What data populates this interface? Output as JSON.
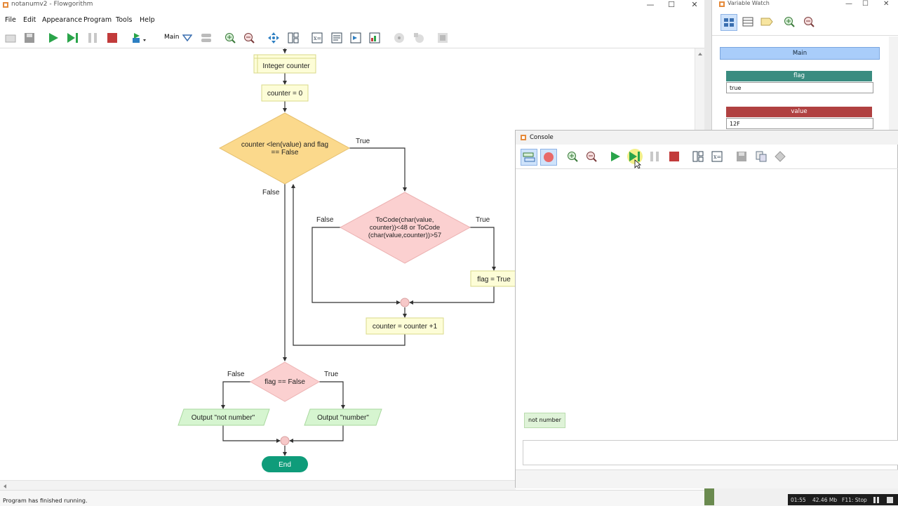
{
  "main_window": {
    "title": "notanumv2 - Flowgorithm",
    "controls": {
      "minimize": "—",
      "maximize": "☐",
      "close": "✕"
    }
  },
  "menu": [
    "File",
    "Edit",
    "Appearance",
    "Program",
    "Tools",
    "Help"
  ],
  "toolbar": {
    "function_label": "Main"
  },
  "flowchart": {
    "declare": "Integer counter",
    "assign_init": "counter = 0",
    "loop_cond_line1": "counter <len(value) and flag",
    "loop_cond_line2": "== False",
    "loop_true": "True",
    "loop_false": "False",
    "check_line1": "ToCode(char(value,",
    "check_line2": "counter))<48 or ToCode",
    "check_line3": "(char(value,counter))>57",
    "check_true": "True",
    "check_false": "False",
    "assign_flag": "flag = True",
    "increment": "counter = counter +1",
    "if_cond": "flag == False",
    "if_false": "False",
    "if_true": "True",
    "output_left": "Output \"not number\"",
    "output_right": "Output \"number\"",
    "end": "End"
  },
  "status": {
    "message": "Program has finished running."
  },
  "variable_watch": {
    "title": "Variable Watch",
    "function": "Main",
    "vars": [
      {
        "name": "flag",
        "value": "true",
        "color": "#3a8c80"
      },
      {
        "name": "value",
        "value": "12F",
        "color": "#b04141"
      }
    ]
  },
  "console": {
    "title": "Console",
    "output": "not number"
  },
  "taskbar": {
    "time": "01:55",
    "memory": "42.46 Mb",
    "hint": "F11: Stop"
  }
}
